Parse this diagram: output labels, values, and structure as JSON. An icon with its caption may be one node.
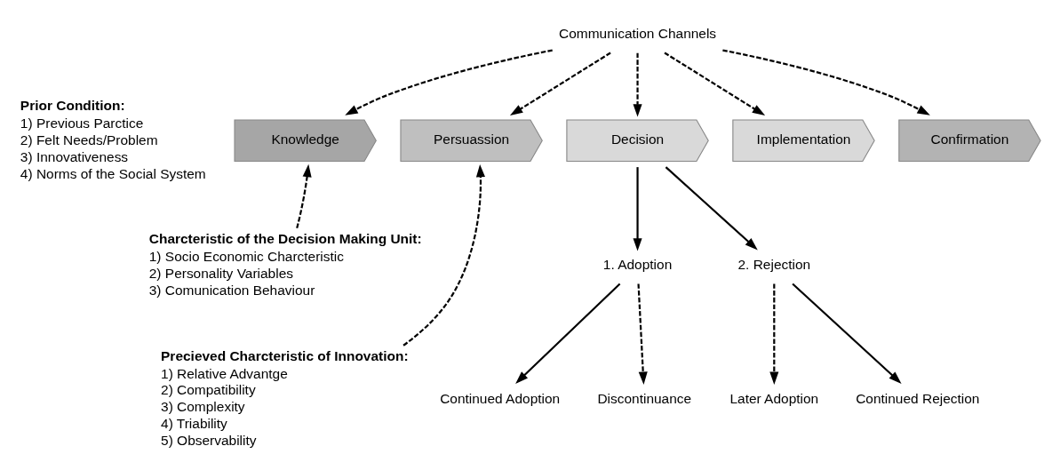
{
  "diagram": {
    "nodes": [
      {
        "text": [
          "Communication Channels"
        ]
      },
      {
        "text": [
          "Knowledge"
        ]
      },
      {
        "text": [
          "Persuassion"
        ]
      },
      {
        "text": [
          "Decision"
        ]
      },
      {
        "text": [
          "Implementation"
        ]
      },
      {
        "text": [
          "Confirmation"
        ]
      },
      {
        "text": [
          "Charcteristic of the Decision Making Unit:",
          "1) Socio Economic Charcteristic",
          "2) Personality Variables",
          "3) Comunication Behaviour"
        ]
      },
      {
        "text": [
          "Precieved Charcteristic of Innovation:",
          "1) Relative Advantge",
          "2) Compatibility",
          "3) Complexity",
          "4) Triability",
          "5) Observability"
        ]
      },
      {
        "text": [
          "1. Adoption"
        ]
      },
      {
        "text": [
          "2. Rejection"
        ]
      },
      {
        "text": [
          "Continued Adoption"
        ]
      },
      {
        "text": [
          "Later Adoption"
        ]
      },
      {
        "text": [
          "Discontinuance"
        ]
      },
      {
        "text": [
          "Continued Rejection"
        ]
      }
    ],
    "edges": [
      {
        "from": 0,
        "to": 1,
        "arrow": "to",
        "style": "dashed"
      },
      {
        "from": 0,
        "to": 2,
        "arrow": "to",
        "style": "dashed"
      },
      {
        "from": 0,
        "to": 3,
        "arrow": "to",
        "style": "dashed"
      },
      {
        "from": 0,
        "to": 4,
        "arrow": "to",
        "style": "dashed"
      },
      {
        "from": 0,
        "to": 5,
        "arrow": "to",
        "style": "dashed"
      },
      {
        "from": 6,
        "to": 1,
        "arrow": "to",
        "style": "dashed"
      },
      {
        "from": 7,
        "to": 2,
        "arrow": "to",
        "style": "dashed"
      },
      {
        "from": 3,
        "to": 8,
        "arrow": "to"
      },
      {
        "from": 3,
        "to": 9,
        "arrow": "to"
      },
      {
        "from": 8,
        "to": 10,
        "arrow": "to"
      },
      {
        "from": 8,
        "to": 12,
        "arrow": "to",
        "style": "dashed"
      },
      {
        "from": 9,
        "to": 11,
        "arrow": "to",
        "style": "dashed"
      },
      {
        "from": 9,
        "to": 13,
        "arrow": "to"
      }
    ],
    "labels": [
      "Prior Condition:",
      "1) Previous Parctice",
      "2) Felt Needs/Problem",
      "3) Innovativeness",
      "4) Norms of the Social System"
    ]
  }
}
